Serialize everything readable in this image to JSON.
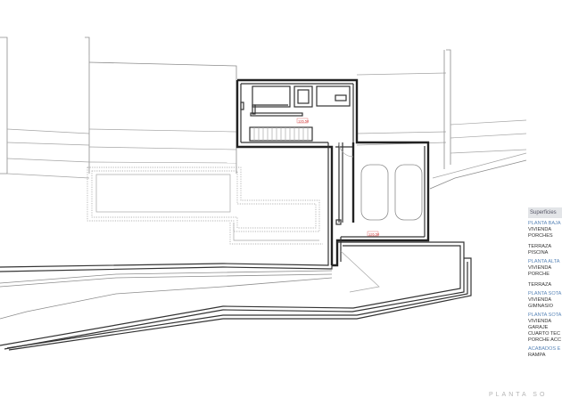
{
  "plan": {
    "room_labels": [
      "126.50",
      "126.50"
    ]
  },
  "legend": {
    "header": "Superficies",
    "groups": [
      {
        "section": "PLANTA BAJA",
        "items": [
          "VIVIENDA",
          "PORCHES"
        ]
      },
      {
        "section": "",
        "items": [
          "TERRAZA",
          "PISCINA"
        ]
      },
      {
        "section": "PLANTA ALTA",
        "items": [
          "VIVIENDA",
          "PORCHE"
        ]
      },
      {
        "section": "",
        "items": [
          "TERRAZA"
        ]
      },
      {
        "section": "PLANTA SOTA",
        "items": [
          "VIVIENDA",
          "GIMNASIO"
        ]
      },
      {
        "section": "PLANTA SOTA",
        "items": [
          "VIVIENDA",
          "GARAJE",
          "CUARTO TEC",
          "PORCHE ACC"
        ]
      },
      {
        "section": "ACABADOS E",
        "items": [
          "RAMPA"
        ]
      }
    ]
  },
  "footer": {
    "title": "PLANTA SO"
  }
}
